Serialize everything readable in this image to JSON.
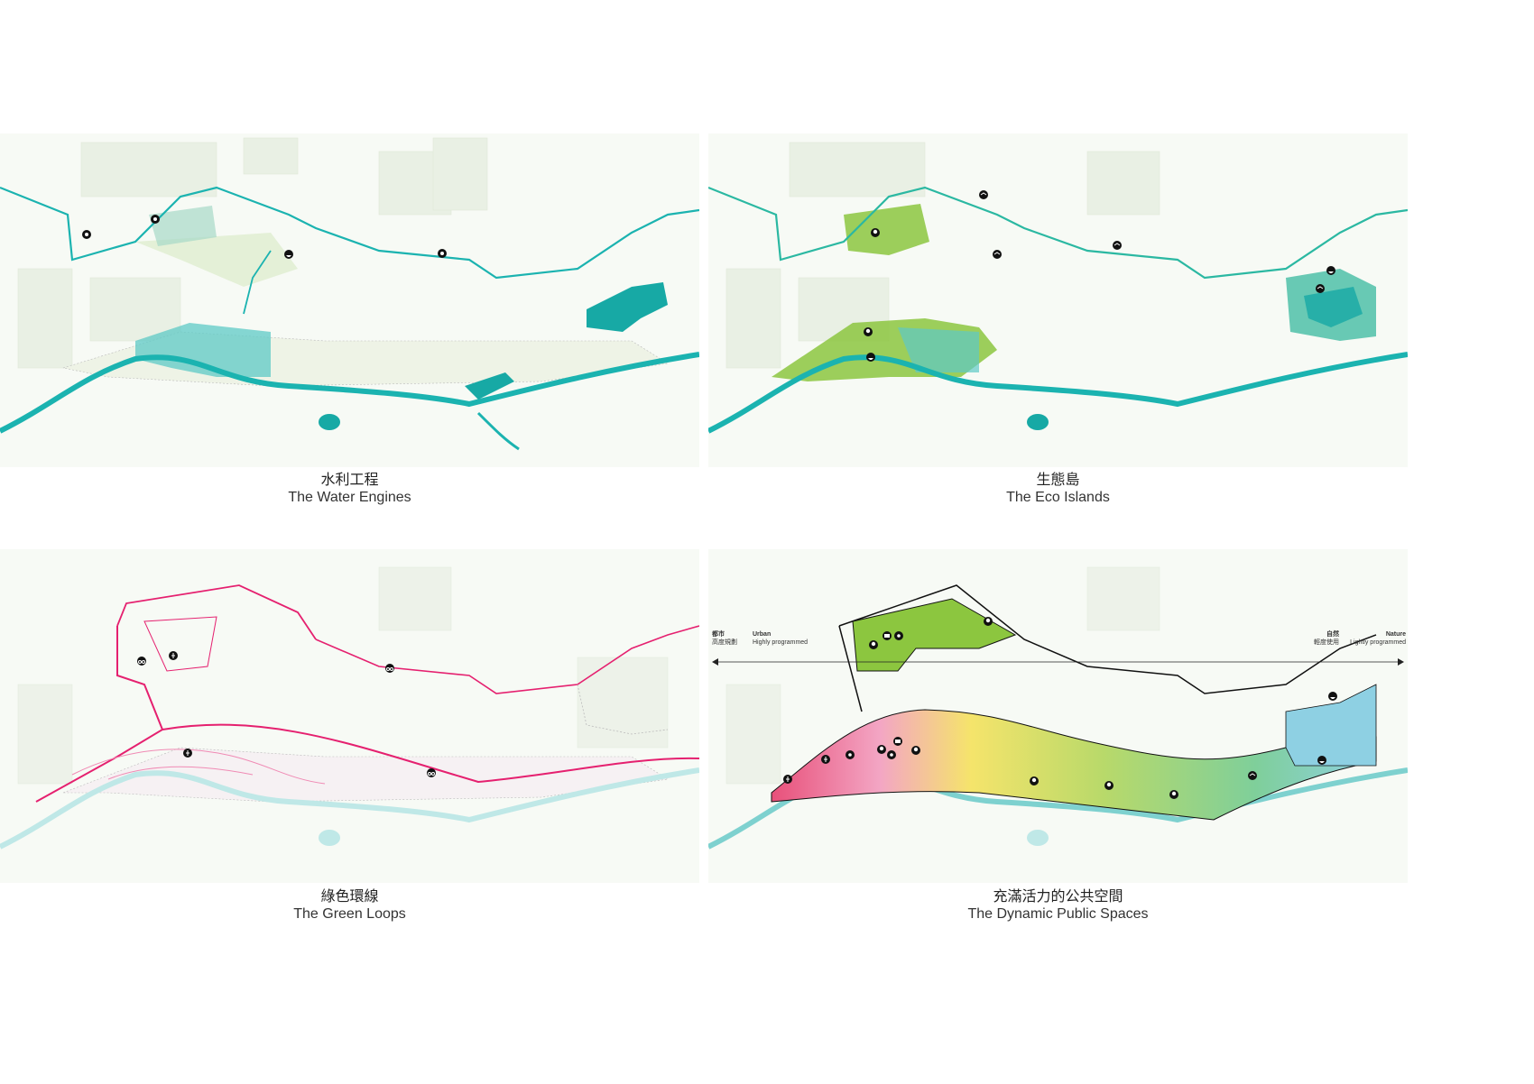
{
  "panels": [
    {
      "title_zh": "水利工程",
      "title_en": "The Water Engines",
      "accent": "#1bb3b0"
    },
    {
      "title_zh": "生態島",
      "title_en": "The Eco Islands",
      "accent": "#7dc242"
    },
    {
      "title_zh": "綠色環線",
      "title_en": "The Green Loops",
      "accent": "#e5206f"
    },
    {
      "title_zh": "充滿活力的公共空間",
      "title_en": "The Dynamic Public Spaces",
      "accent": "#e8507a"
    }
  ],
  "scale_bar": {
    "urban_zh_1": "都市",
    "urban_zh_2": "高度規劃",
    "urban_en_1": "Urban",
    "urban_en_2": "Highly programmed",
    "nature_zh_1": "自然",
    "nature_zh_2": "輕度使用",
    "nature_en_1": "Nature",
    "nature_en_2": "Lightly programmed"
  },
  "colors": {
    "water": "#1bb3b0",
    "water_dark": "#0f9a96",
    "eco_green": "#7dc242",
    "loop_pink": "#e5206f",
    "base_map": "#e8efe4",
    "gradient": [
      "#e8507a",
      "#f3a6c4",
      "#f5e46b",
      "#b8d96a",
      "#7fcf9a",
      "#8ed0e3"
    ]
  },
  "icons": [
    "pump-icon",
    "tree-icon",
    "bird-icon",
    "bike-icon",
    "walk-icon",
    "boat-icon",
    "playground-icon",
    "museum-icon"
  ]
}
